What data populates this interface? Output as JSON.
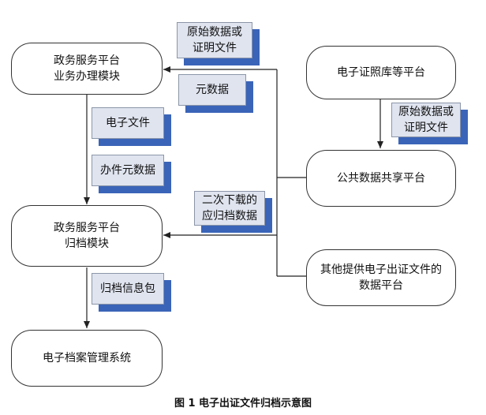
{
  "nodes": {
    "gov_business": {
      "line1": "政务服务平台",
      "line2": "业务办理模块"
    },
    "gov_archive": {
      "line1": "政务服务平台",
      "line2": "归档模块"
    },
    "archive_system": {
      "label": "电子档案管理系统"
    },
    "cert_platform": {
      "label": "电子证照库等平台"
    },
    "public_share": {
      "label": "公共数据共享平台"
    },
    "other_platform": {
      "line1": "其他提供电子出证文件的",
      "line2": "数据平台"
    }
  },
  "notes": {
    "original_top": {
      "line1": "原始数据或",
      "line2": "证明文件"
    },
    "metadata": {
      "label": "元数据"
    },
    "e_file": {
      "label": "电子文件"
    },
    "handling_meta": {
      "label": "办件元数据"
    },
    "original_right": {
      "line1": "原始数据或",
      "line2": "证明文件"
    },
    "secondary_download": {
      "line1": "二次下载的",
      "line2": "应归档数据"
    },
    "archive_package": {
      "label": "归档信息包"
    }
  },
  "caption": "图 1 电子出证文件归档示意图"
}
